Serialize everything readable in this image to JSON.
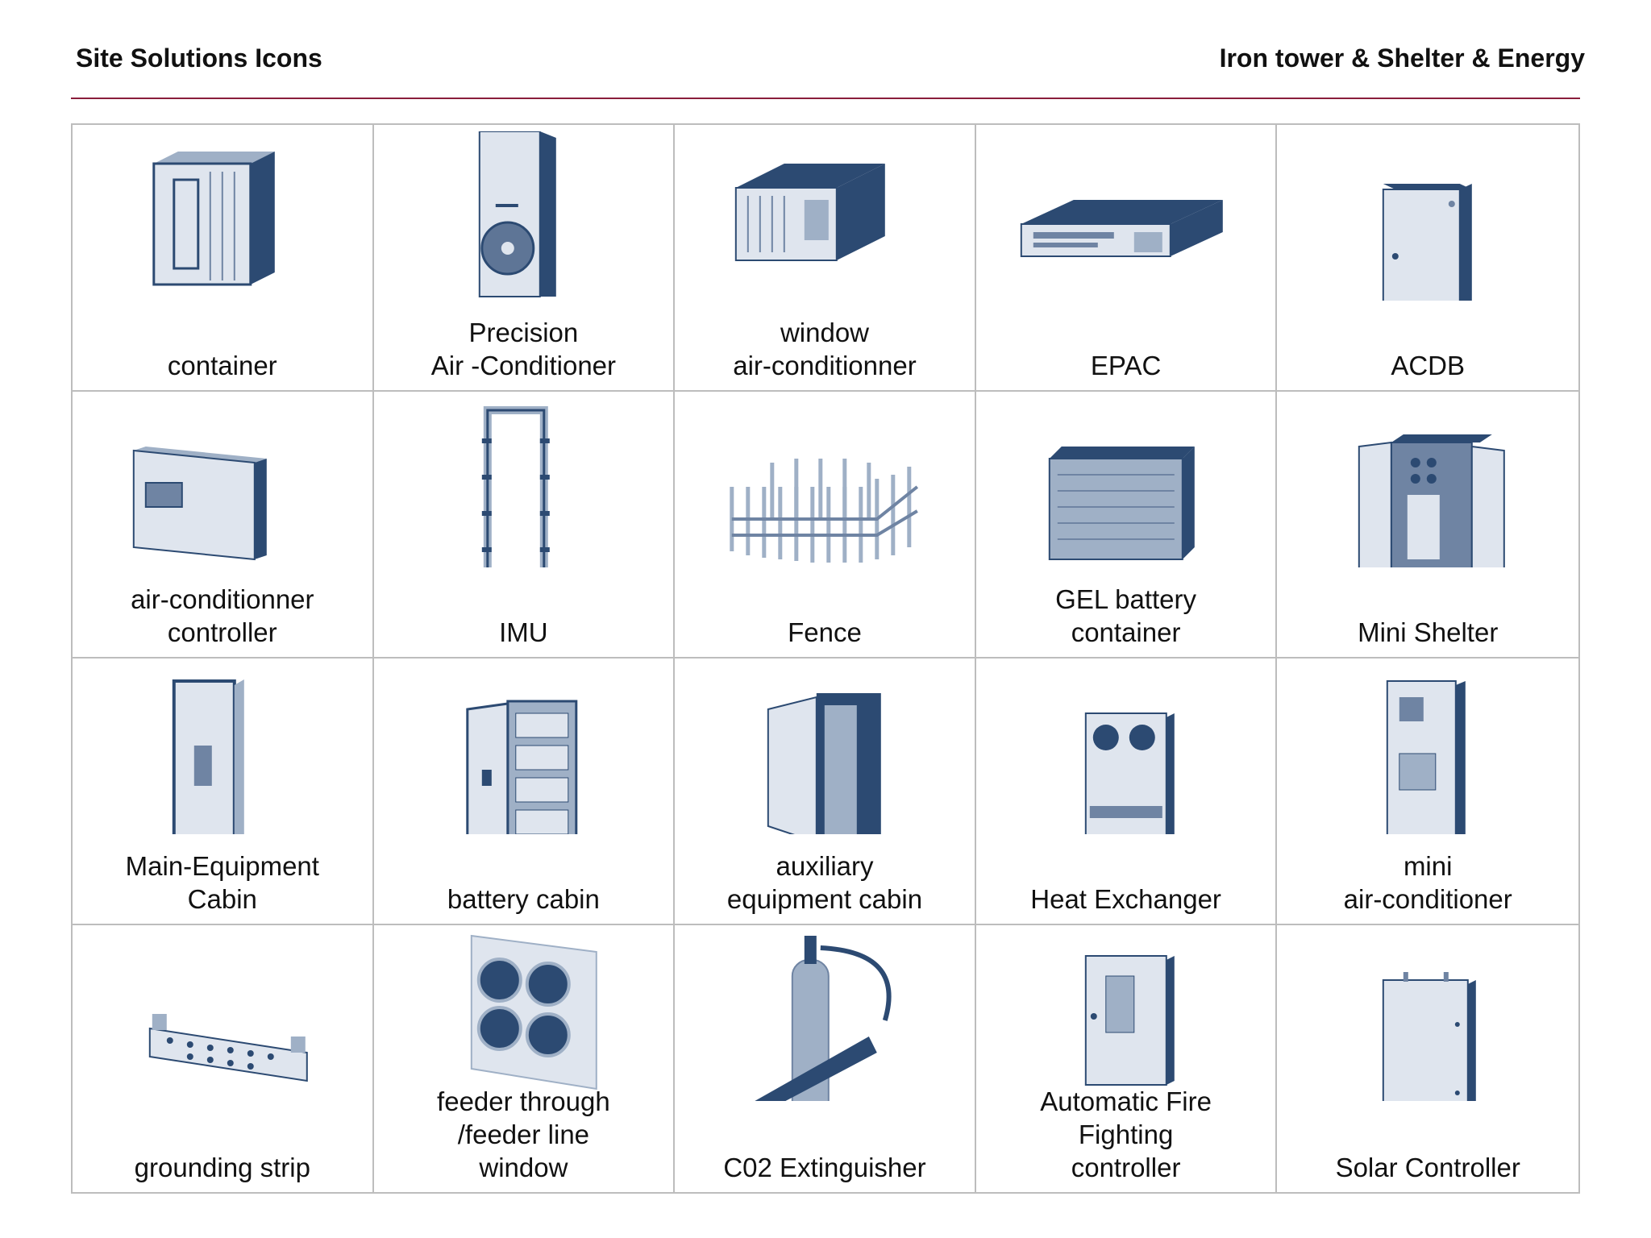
{
  "header": {
    "title_left": "Site Solutions Icons",
    "title_right": "Iron tower & Shelter & Energy",
    "rule_color": "#8a1d3b"
  },
  "colors": {
    "navy": "#2c4a72",
    "light": "#dfe5ee",
    "mid": "#9fb0c6"
  },
  "items": [
    {
      "label": "container",
      "icon": "container-icon"
    },
    {
      "label": "Precision\nAir -Conditioner",
      "icon": "precision-ac-icon"
    },
    {
      "label": "window\nair-conditionner",
      "icon": "window-ac-icon"
    },
    {
      "label": "EPAC",
      "icon": "epac-icon"
    },
    {
      "label": "ACDB",
      "icon": "acdb-icon"
    },
    {
      "label": "air-conditionner\ncontroller",
      "icon": "ac-controller-icon"
    },
    {
      "label": "IMU",
      "icon": "imu-icon"
    },
    {
      "label": "Fence",
      "icon": "fence-icon"
    },
    {
      "label": "GEL battery\ncontainer",
      "icon": "gel-battery-icon"
    },
    {
      "label": "Mini Shelter",
      "icon": "mini-shelter-icon"
    },
    {
      "label": "Main-Equipment\nCabin",
      "icon": "main-equipment-cabin-icon"
    },
    {
      "label": "battery cabin",
      "icon": "battery-cabin-icon"
    },
    {
      "label": "auxiliary\nequipment cabin",
      "icon": "auxiliary-cabin-icon"
    },
    {
      "label": "Heat Exchanger",
      "icon": "heat-exchanger-icon"
    },
    {
      "label": "mini\nair-conditioner",
      "icon": "mini-ac-icon"
    },
    {
      "label": "grounding strip",
      "icon": "grounding-strip-icon"
    },
    {
      "label": "feeder through\n/feeder line\nwindow",
      "icon": "feeder-window-icon"
    },
    {
      "label": "C02 Extinguisher",
      "icon": "co2-extinguisher-icon"
    },
    {
      "label": "Automatic Fire\nFighting\ncontroller",
      "icon": "fire-controller-icon"
    },
    {
      "label": "Solar Controller",
      "icon": "solar-controller-icon"
    }
  ]
}
